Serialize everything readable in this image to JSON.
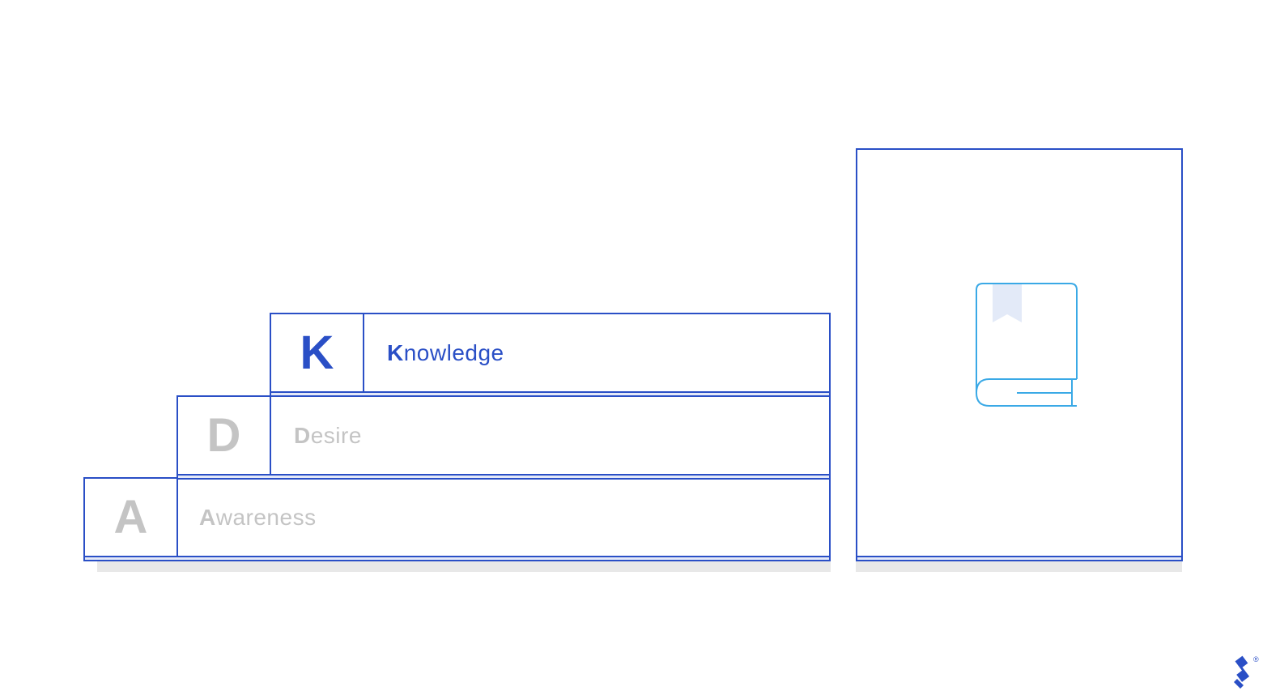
{
  "stairs": [
    {
      "letter": "A",
      "initial": "A",
      "rest": "wareness",
      "state": "muted"
    },
    {
      "letter": "D",
      "initial": "D",
      "rest": "esire",
      "state": "muted"
    },
    {
      "letter": "K",
      "initial": "K",
      "rest": "nowledge",
      "state": "active"
    }
  ],
  "colors": {
    "accent": "#2a4fc6",
    "muted_text": "#c4c4c4",
    "book_icon": "#3aa9e6",
    "bookmark_fill": "#e3eaf8",
    "shadow": "#e8e8e8"
  },
  "panel": {
    "icon": "book-icon"
  },
  "logo": {
    "icon": "toptal-logo-icon",
    "mark": "®"
  }
}
